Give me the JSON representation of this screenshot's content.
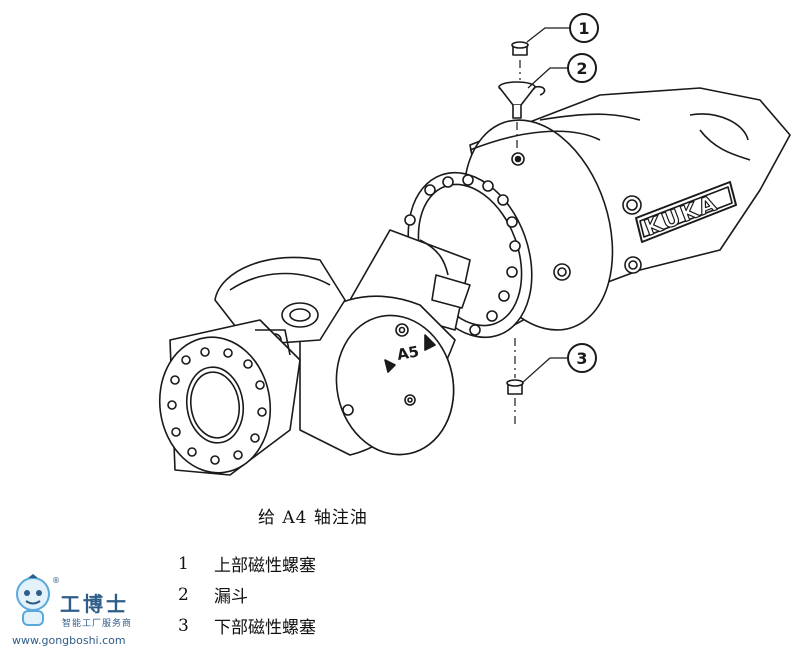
{
  "figure": {
    "brand_label": "KUKA",
    "axis_label": "A5",
    "callouts": [
      "1",
      "2",
      "3"
    ]
  },
  "caption": "给 A4 轴注油",
  "legend": [
    {
      "num": "1",
      "text": "上部磁性螺塞"
    },
    {
      "num": "2",
      "text": "漏斗"
    },
    {
      "num": "3",
      "text": "下部磁性螺塞"
    }
  ],
  "watermark": {
    "name": "工博士",
    "subtitle": "智能工厂服务商",
    "url": "www.gongboshi.com",
    "reg": "®",
    "icon": "robot-mascot-icon",
    "color": "#2f5d8a"
  }
}
